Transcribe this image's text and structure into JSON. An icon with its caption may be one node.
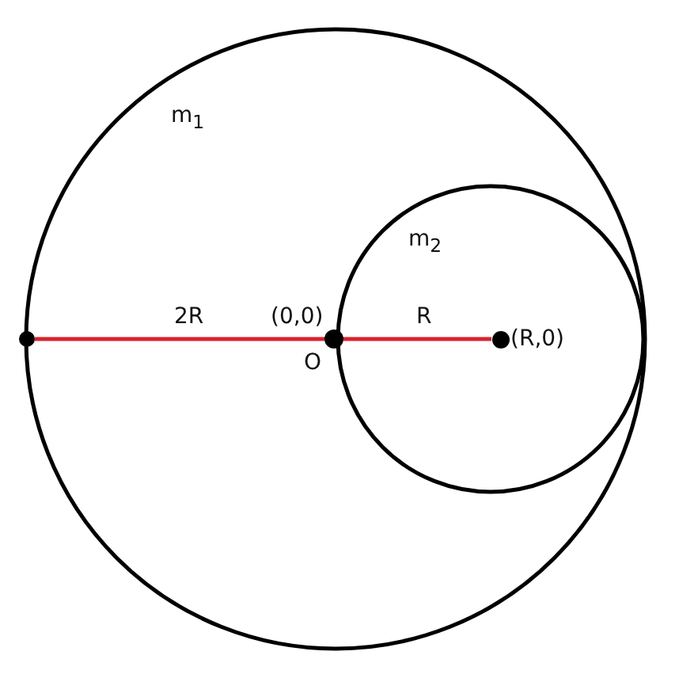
{
  "diagram": {
    "nodes": [
      {
        "text": [
          "m$_{1}$"
        ]
      },
      {
        "text": [
          "m$_{2}$"
        ],
        "in": 0
      },
      {
        "text": [],
        "shape": "circle"
      },
      {
        "text": [],
        "shape": "circle",
        "beside": [
          "(0,0)",
          "O"
        ],
        "in": 0
      },
      {
        "text": [],
        "shape": "circle",
        "beside": [
          "(R,0)"
        ],
        "in": 1
      }
    ],
    "edges": [
      {
        "from": 2,
        "to": 3,
        "arrow": "none",
        "label": "2R"
      },
      {
        "from": 3,
        "to": 4,
        "arrow": "none",
        "label": "R"
      }
    ]
  }
}
